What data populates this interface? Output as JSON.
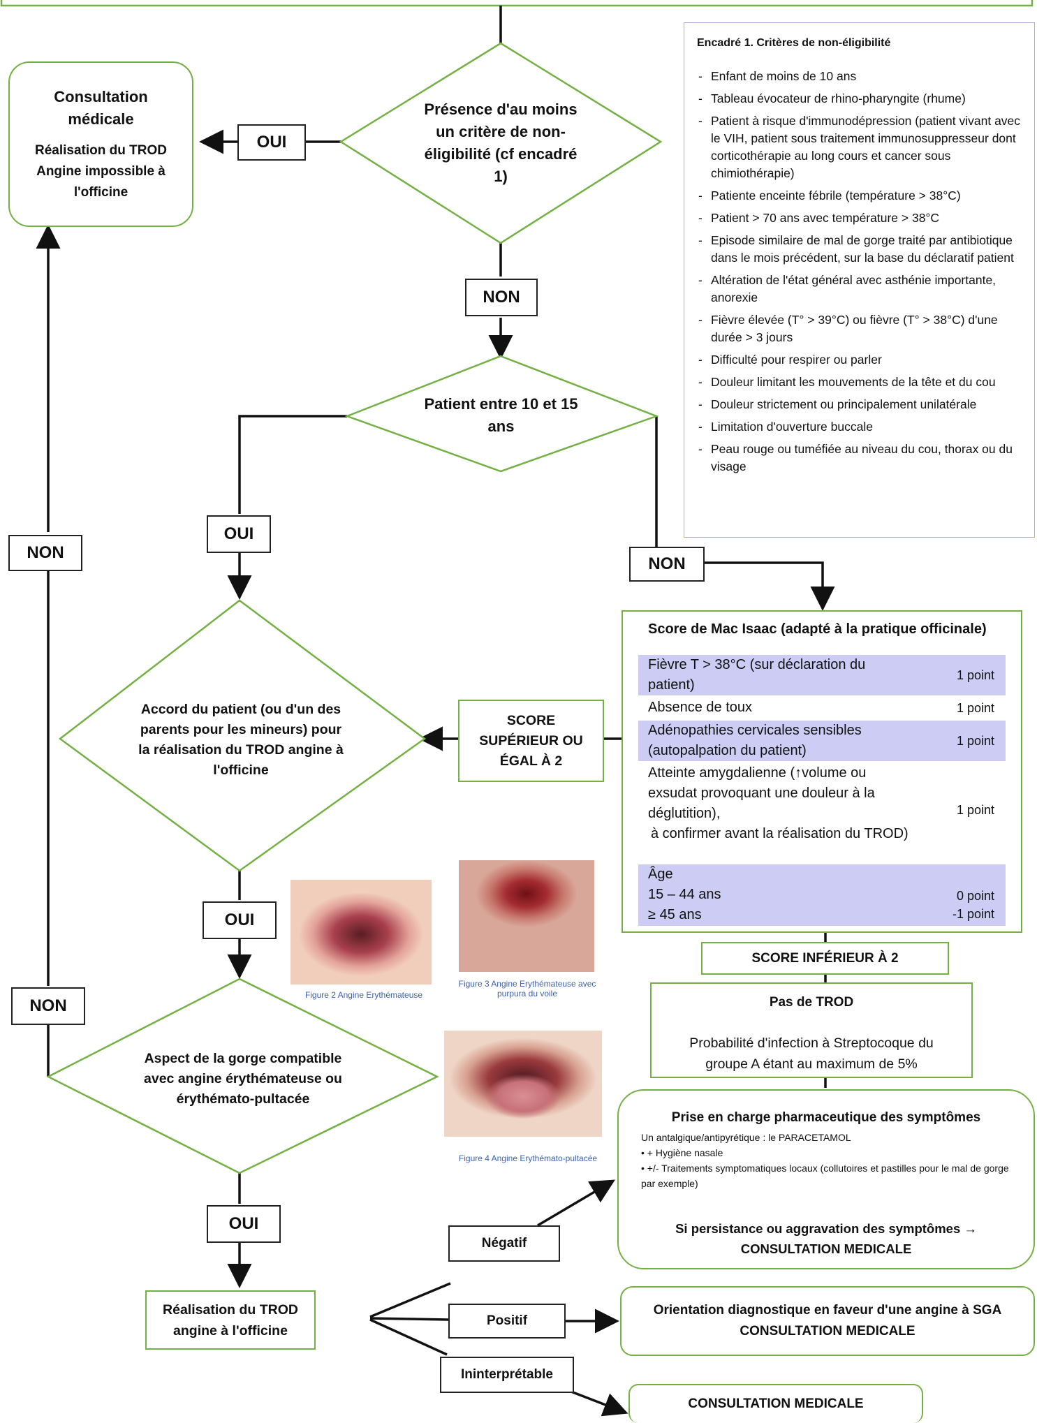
{
  "consult_box": {
    "title": "Consultation médicale",
    "body": "Réalisation du TROD Angine impossible à l'officine"
  },
  "diamond1": {
    "text": "Présence d'au moins un critère de non-éligibilité (cf encadré 1)"
  },
  "diamond2": {
    "text": "Patient entre 10 et 15 ans"
  },
  "diamond3": {
    "text": "Accord du patient (ou d'un des parents pour les mineurs) pour la réalisation du TROD angine à l'officine"
  },
  "diamond4": {
    "text": "Aspect de la gorge compatible avec angine érythémateuse ou érythémato-pultacée"
  },
  "labels": {
    "oui": "OUI",
    "non": "NON",
    "score_high": "SCORE SUPÉRIEUR OU ÉGAL À 2",
    "score_low": "SCORE INFÉRIEUR À 2",
    "negatif": "Négatif",
    "positif": "Positif",
    "ininterpretable": "Ininterprétable"
  },
  "encadre": {
    "title": "Encadré 1. Critères de non-éligibilité",
    "items": [
      "Enfant de moins de 10 ans",
      "Tableau évocateur de rhino-pharyngite (rhume)",
      "Patient à risque d'immunodépression (patient vivant avec le VIH, patient sous traitement immunosuppresseur dont corticothérapie au long cours et cancer sous chimiothérapie)",
      "Patiente enceinte fébrile (température > 38°C)",
      "Patient > 70 ans avec température > 38°C",
      "Episode similaire de mal de gorge traité par antibiotique dans le mois précédent, sur la base du déclaratif patient",
      "Altération de l'état général avec asthénie importante, anorexie",
      "Fièvre élevée (T° > 39°C) ou fièvre (T° > 38°C) d'une durée > 3 jours",
      "Difficulté pour respirer ou parler",
      "Douleur limitant les mouvements de la tête et du cou",
      "Douleur strictement ou principalement unilatérale",
      "Limitation d'ouverture buccale",
      "Peau rouge ou tuméfiée au niveau du cou, thorax ou du visage"
    ]
  },
  "score": {
    "title": "Score de Mac Isaac (adapté à la pratique officinale)",
    "rows": [
      {
        "label": "Fièvre T > 38°C (sur déclaration du patient)",
        "points": "1 point"
      },
      {
        "label": "Absence de toux",
        "points": "1 point"
      },
      {
        "label": "Adénopathies cervicales sensibles (autopalpation du patient)",
        "points": "1 point"
      },
      {
        "label": "Atteinte amygdalienne (↑volume ou exsudat provoquant une douleur à la déglutition),",
        "label2": "à confirmer avant la réalisation du TROD)",
        "points": "1 point"
      },
      {
        "label": "Âge",
        "age1": "15 – 44 ans",
        "age2": "≥ 45 ans",
        "points1": "0 point",
        "points2": "-1 point"
      }
    ]
  },
  "pas_trod": {
    "title": "Pas de TROD",
    "body": "Probabilité d'infection à Streptocoque du groupe A étant au maximum de 5%"
  },
  "prise": {
    "title": "Prise en charge pharmaceutique des symptômes",
    "line1": "Un antalgique/antipyrétique : le PARACETAMOL",
    "line2": "• + Hygiène nasale",
    "line3": "• +/- Traitements symptomatiques locaux (collutoires et pastilles pour le mal de gorge par exemple)",
    "footer1": "Si persistance ou aggravation des symptômes →",
    "footer2": "CONSULTATION MEDICALE"
  },
  "trod_box": {
    "text": "Réalisation du TROD angine à l'officine"
  },
  "orientation": {
    "line1": "Orientation diagnostique en faveur d'une angine à SGA",
    "line2": "CONSULTATION MEDICALE"
  },
  "consult_final": {
    "text": "CONSULTATION MEDICALE"
  },
  "figures": {
    "fig2": "Figure 2 Angine Erythémateuse",
    "fig3": "Figure 3 Angine Erythémateuse avec purpura du voile",
    "fig4": "Figure 4 Angine Erythémato-pultacée"
  },
  "colors": {
    "green_border": "#74b044",
    "score_shade": "#ccccf4",
    "encadre_border": "#a9a9e0",
    "caption": "#3b62b0"
  }
}
